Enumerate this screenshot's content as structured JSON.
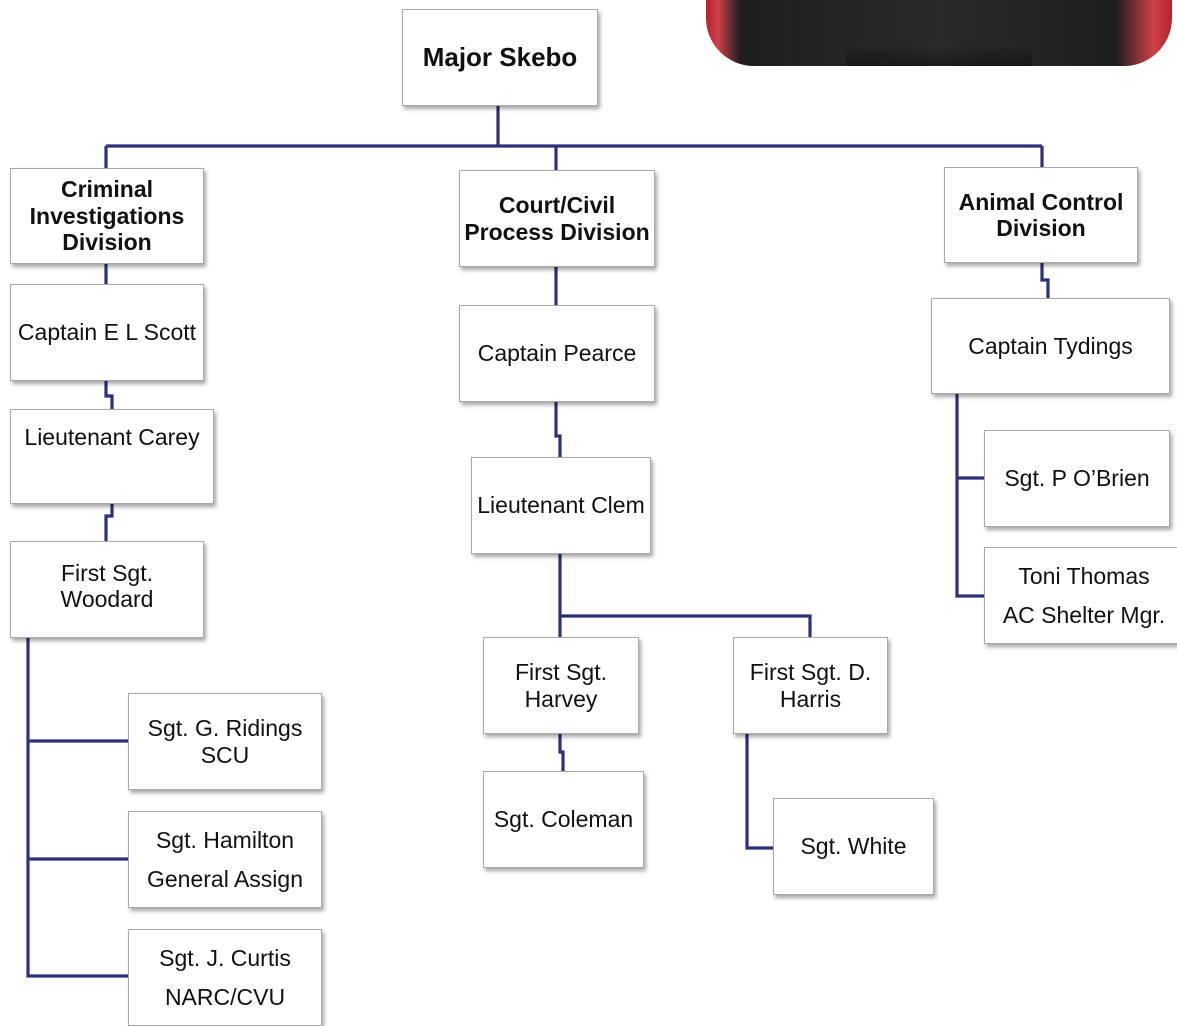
{
  "chart": {
    "root": {
      "line1": "Major Skebo"
    },
    "divisions": {
      "criminal": {
        "line1": "Criminal",
        "line2": "Investigations",
        "line3": "Division"
      },
      "court": {
        "line1": "Court/Civil",
        "line2": "Process Division"
      },
      "animal": {
        "line1": "Animal Control",
        "line2": "Division"
      }
    },
    "criminal_chain": {
      "captain": {
        "line1": "Captain  E L Scott"
      },
      "lieutenant": {
        "line1": "Lieutenant  Carey"
      },
      "first_sgt": {
        "line1": "First Sgt.",
        "line2": "Woodard"
      },
      "sgt_ridings": {
        "line1": "Sgt. G. Ridings",
        "line2": "SCU"
      },
      "sgt_hamilton": {
        "line1": "Sgt. Hamilton",
        "line2": "General Assign"
      },
      "sgt_curtis": {
        "line1": "Sgt. J. Curtis",
        "line2": "NARC/CVU"
      }
    },
    "court_chain": {
      "captain": {
        "line1": "Captain  Pearce"
      },
      "lieutenant": {
        "line1": "Lieutenant  Clem"
      },
      "first_sgt_harvey": {
        "line1": "First Sgt.",
        "line2": "Harvey"
      },
      "first_sgt_harris": {
        "line1": "First Sgt. D.",
        "line2": "Harris"
      },
      "sgt_coleman": {
        "line1": "Sgt.  Coleman"
      },
      "sgt_white": {
        "line1": "Sgt. White"
      }
    },
    "animal_chain": {
      "captain": {
        "line1": "Captain  Tydings"
      },
      "sgt_obrien": {
        "line1": "Sgt.  P O’Brien"
      },
      "shelter_mgr": {
        "line1": "Toni Thomas",
        "line2": "AC Shelter Mgr."
      }
    },
    "colors": {
      "connector": "#2e3177",
      "box_border": "#a9a9a9",
      "photo_accent": "#b6232d"
    }
  }
}
